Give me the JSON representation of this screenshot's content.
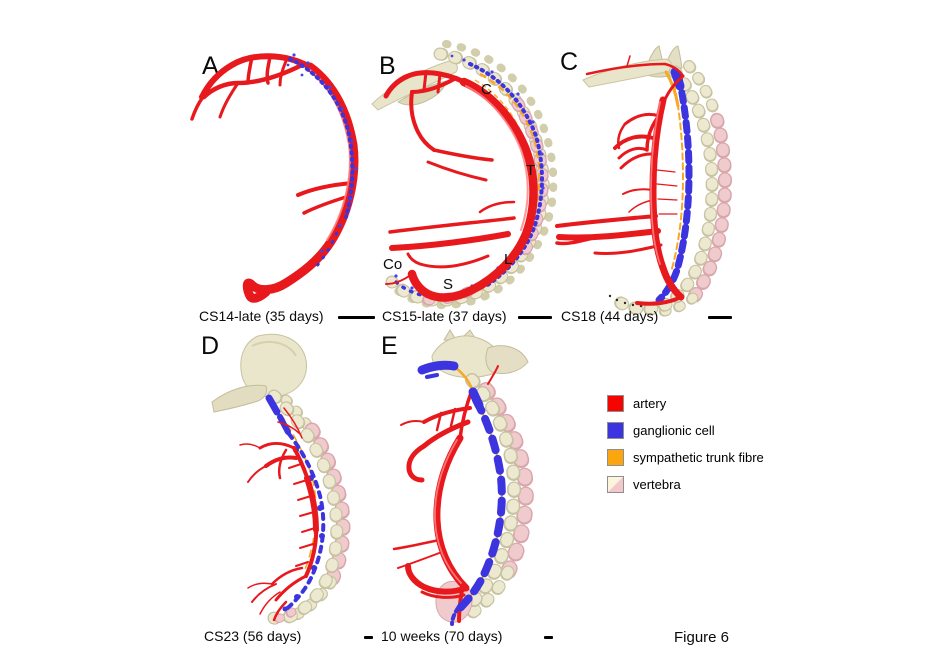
{
  "figure": {
    "label": "Figure 6",
    "background": "#ffffff",
    "panels": [
      {
        "letter": "A",
        "caption": "CS14-late (35 days)",
        "scalebar": "long"
      },
      {
        "letter": "B",
        "caption": "CS15-late (37 days)",
        "scalebar": "long",
        "anatomy_labels": [
          "C",
          "T",
          "L",
          "S",
          "Co"
        ]
      },
      {
        "letter": "C",
        "caption": "CS18 (44 days)",
        "scalebar": "long"
      },
      {
        "letter": "D",
        "caption": "CS23 (56 days)",
        "scalebar": "short"
      },
      {
        "letter": "E",
        "caption": "10 weeks (70 days)",
        "scalebar": "short"
      }
    ],
    "legend": {
      "items": [
        {
          "label": "artery",
          "color": "#f50400"
        },
        {
          "label": "ganglionic cell",
          "color": "#3b34df"
        },
        {
          "label": "sympathetic trunk fibre",
          "color": "#fba50f"
        },
        {
          "label": "vertebra",
          "color_top": "#faf5dc",
          "color_bottom": "#f3c8cb"
        }
      ]
    }
  }
}
